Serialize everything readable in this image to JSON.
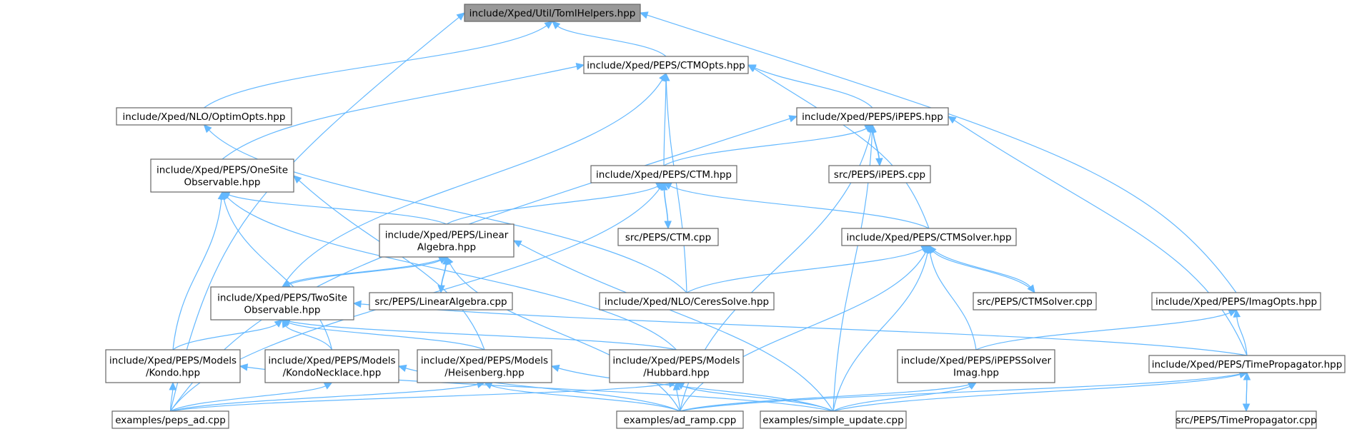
{
  "nodes": {
    "tomlhelpers": {
      "lines": [
        "include/Xped/Util/TomlHelpers.hpp"
      ],
      "root": true
    },
    "ctmopts": {
      "lines": [
        "include/Xped/PEPS/CTMOpts.hpp"
      ]
    },
    "optimopts": {
      "lines": [
        "include/Xped/NLO/OptimOpts.hpp"
      ]
    },
    "ipeps": {
      "lines": [
        "include/Xped/PEPS/iPEPS.hpp"
      ]
    },
    "onesite": {
      "lines": [
        "include/Xped/PEPS/OneSite",
        "Observable.hpp"
      ]
    },
    "ctm": {
      "lines": [
        "include/Xped/PEPS/CTM.hpp"
      ]
    },
    "ipepscpp": {
      "lines": [
        "src/PEPS/iPEPS.cpp"
      ]
    },
    "linalg": {
      "lines": [
        "include/Xped/PEPS/Linear",
        "Algebra.hpp"
      ]
    },
    "ctmcpp": {
      "lines": [
        "src/PEPS/CTM.cpp"
      ]
    },
    "ctmsolver": {
      "lines": [
        "include/Xped/PEPS/CTMSolver.hpp"
      ]
    },
    "twosite": {
      "lines": [
        "include/Xped/PEPS/TwoSite",
        "Observable.hpp"
      ]
    },
    "linalgcpp": {
      "lines": [
        "src/PEPS/LinearAlgebra.cpp"
      ]
    },
    "ceres": {
      "lines": [
        "include/Xped/NLO/CeresSolve.hpp"
      ]
    },
    "ctmsolvercpp": {
      "lines": [
        "src/PEPS/CTMSolver.cpp"
      ]
    },
    "imagopts": {
      "lines": [
        "include/Xped/PEPS/ImagOpts.hpp"
      ]
    },
    "kondo": {
      "lines": [
        "include/Xped/PEPS/Models",
        "/Kondo.hpp"
      ]
    },
    "kondonecklace": {
      "lines": [
        "include/Xped/PEPS/Models",
        "/KondoNecklace.hpp"
      ]
    },
    "heisenberg": {
      "lines": [
        "include/Xped/PEPS/Models",
        "/Heisenberg.hpp"
      ]
    },
    "hubbard": {
      "lines": [
        "include/Xped/PEPS/Models",
        "/Hubbard.hpp"
      ]
    },
    "ipepssolver": {
      "lines": [
        "include/Xped/PEPS/iPEPSSolver",
        "Imag.hpp"
      ]
    },
    "timeprop": {
      "lines": [
        "include/Xped/PEPS/TimePropagator.hpp"
      ]
    },
    "pepsad": {
      "lines": [
        "examples/peps_ad.cpp"
      ]
    },
    "adramp": {
      "lines": [
        "examples/ad_ramp.cpp"
      ]
    },
    "simpleupdate": {
      "lines": [
        "examples/simple_update.cpp"
      ]
    },
    "timepropcpp": {
      "lines": [
        "src/PEPS/TimePropagator.cpp"
      ]
    }
  }
}
